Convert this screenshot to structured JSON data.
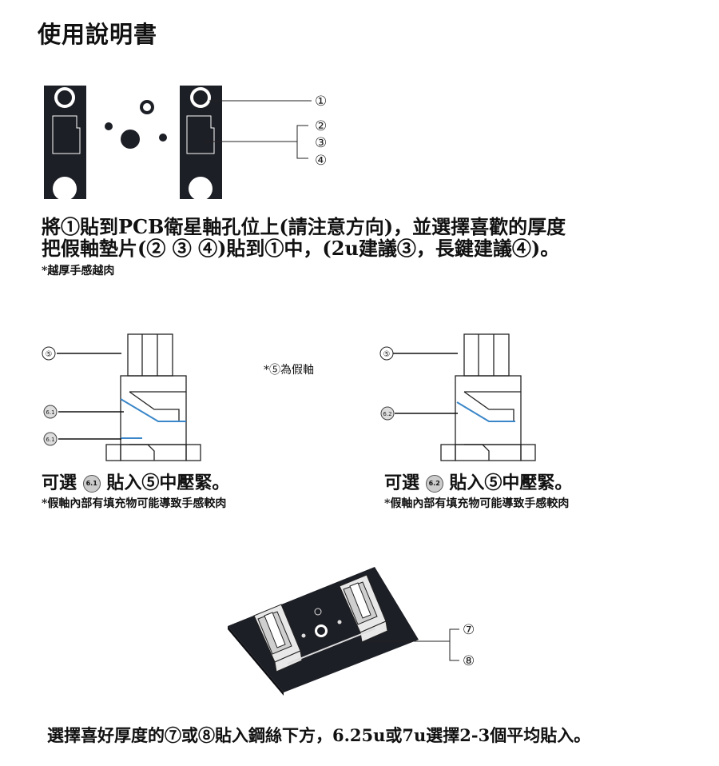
{
  "header": {
    "title": "使用說明書"
  },
  "section1": {
    "callouts": [
      "①",
      "②",
      "③",
      "④"
    ],
    "line1": "將①貼到PCB衛星軸孔位上(請注意方向)，並選擇喜歡的厚度",
    "line2": "把假軸墊片(② ③ ④)貼到①中，(2u建議③，長鍵建議④)。",
    "note": "*越厚手感越肉"
  },
  "section2": {
    "stab_note": "*⑤為假軸",
    "left": {
      "callouts": [
        "⑤",
        "6.1",
        "6.1"
      ],
      "pre": "可選",
      "badge": "6.1",
      "post": "貼入⑤中壓緊。",
      "note": "*假軸內部有填充物可能導致手感較肉"
    },
    "right": {
      "callouts": [
        "⑤",
        "6.2"
      ],
      "pre": "可選",
      "badge": "6.2",
      "post": "貼入⑤中壓緊。",
      "note": "*假軸內部有填充物可能導致手感較肉"
    }
  },
  "section3": {
    "callouts": [
      "⑦",
      "⑧"
    ],
    "instruction": "選擇喜好厚度的⑦或⑧貼入鋼絲下方，6.25u或7u選擇2-3個平均貼入。"
  },
  "colors": {
    "dark": "#1d1f26",
    "accent_blue": "#3a86c8"
  }
}
